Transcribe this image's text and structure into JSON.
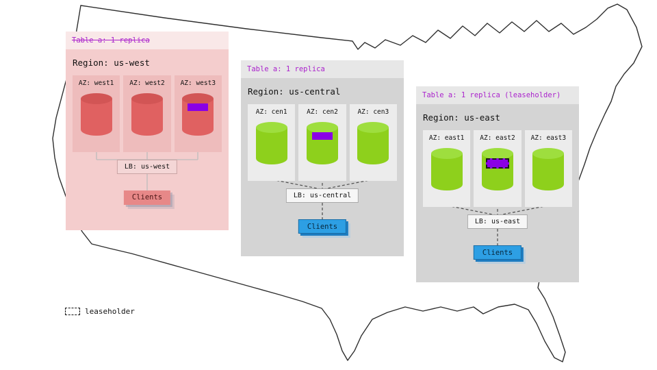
{
  "legend": {
    "label": "leaseholder"
  },
  "regions": [
    {
      "table_label": "Table a: 1 replica",
      "table_strikethrough": true,
      "region_label": "Region: us-west",
      "azs": [
        {
          "label": "AZ: west1",
          "replica": false,
          "leaseholder": false
        },
        {
          "label": "AZ: west2",
          "replica": false,
          "leaseholder": false
        },
        {
          "label": "AZ: west3",
          "replica": true,
          "leaseholder": false
        }
      ],
      "lb_label": "LB: us-west",
      "clients_label": "Clients"
    },
    {
      "table_label": "Table a: 1 replica",
      "table_strikethrough": false,
      "region_label": "Region: us-central",
      "azs": [
        {
          "label": "AZ: cen1",
          "replica": false,
          "leaseholder": false
        },
        {
          "label": "AZ: cen2",
          "replica": true,
          "leaseholder": false
        },
        {
          "label": "AZ: cen3",
          "replica": false,
          "leaseholder": false
        }
      ],
      "lb_label": "LB: us-central",
      "clients_label": "Clients"
    },
    {
      "table_label": "Table a: 1 replica (leaseholder)",
      "table_strikethrough": false,
      "region_label": "Region: us-east",
      "azs": [
        {
          "label": "AZ: east1",
          "replica": false,
          "leaseholder": false
        },
        {
          "label": "AZ: east2",
          "replica": true,
          "leaseholder": true
        },
        {
          "label": "AZ: east3",
          "replica": false,
          "leaseholder": false
        }
      ],
      "lb_label": "LB: us-east",
      "clients_label": "Clients"
    }
  ],
  "colors": {
    "table_text": "#aa22cc",
    "replica_marker": "#8a00e6",
    "cyl_red": "#e06161",
    "cyl_red_top": "#d25555",
    "cyl_green": "#8ed01c",
    "cyl_green_top": "#9ede3e",
    "clients_blue": "#2d9fe4",
    "clients_west": "#e78888"
  }
}
